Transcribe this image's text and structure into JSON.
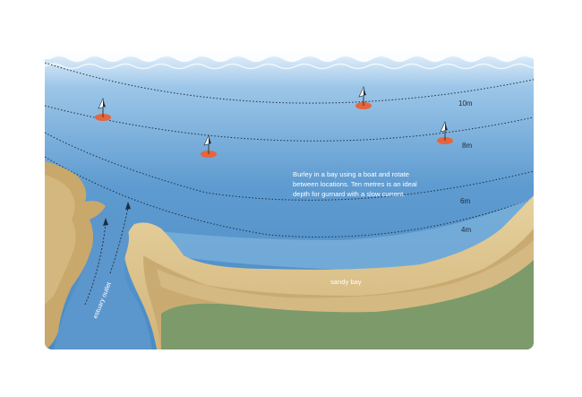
{
  "diagram": {
    "description_lines": [
      "Burley in a bay using a boat and rotate",
      "between locations. Ten metres is an ideal",
      "depth for gurnard with a slow current."
    ],
    "depth_labels": [
      "10m",
      "8m",
      "6m",
      "4m"
    ],
    "sandy_bay_label": "sandy bay",
    "estuary_label": "estuary outlet",
    "buoy_count": 4,
    "colors": {
      "deep_water": "#4f8fc6",
      "shallow_water": "#82b7de",
      "sand": "#d9c08a",
      "land": "#c7a66a",
      "grass": "#7d9a6a",
      "buoy": "#e8643a"
    }
  }
}
